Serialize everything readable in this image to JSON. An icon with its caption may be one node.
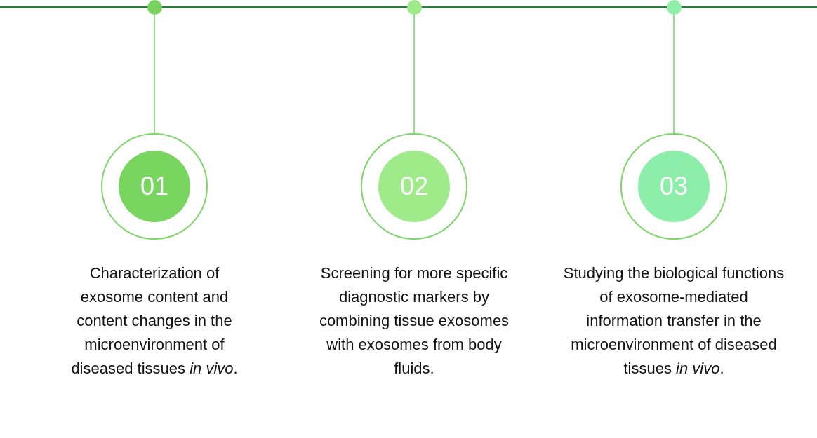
{
  "diagram": {
    "nodes": [
      {
        "text": [],
        "shape": "circle"
      },
      {
        "text": [
          "01"
        ],
        "beside": [
          "Characterization of exosome content and content changes in the microenvironment of diseased tissues *in vivo*."
        ]
      },
      {
        "text": [],
        "shape": "circle"
      },
      {
        "text": [
          "02"
        ],
        "beside": [
          "Screening for more specific diagnostic markers by combining tissue exosomes with exosomes from body fluids."
        ]
      },
      {
        "text": [],
        "shape": "circle"
      },
      {
        "text": [
          "03"
        ],
        "beside": [
          "Studying the biological functions of exosome-mediated information transfer in the microenvironment of diseased tissues *in vivo*."
        ]
      }
    ],
    "edges": [
      {
        "from": 0,
        "to": 1,
        "arrow": "none"
      },
      {
        "from": 2,
        "to": 3,
        "arrow": "none"
      },
      {
        "from": 4,
        "to": 5,
        "arrow": "none"
      }
    ]
  }
}
